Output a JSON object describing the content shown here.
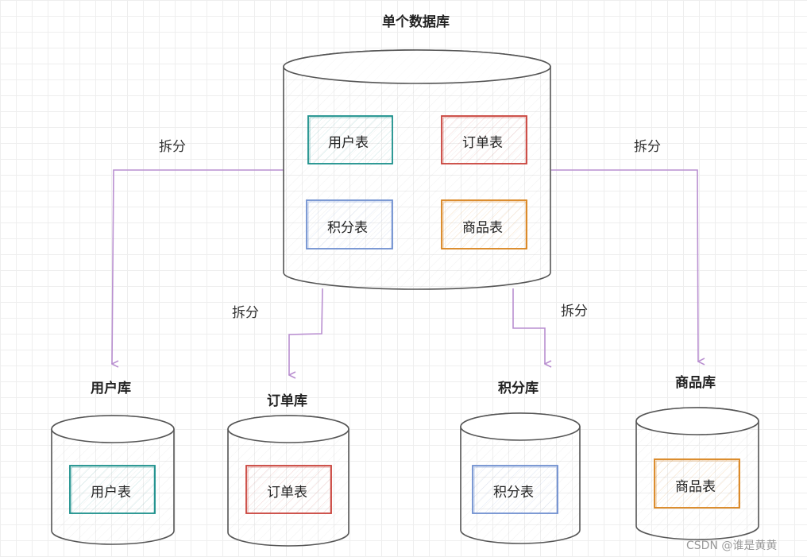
{
  "main_db": {
    "title": "单个数据库",
    "tables": [
      "用户表",
      "订单表",
      "积分表",
      "商品表"
    ]
  },
  "split_labels": [
    "拆分",
    "拆分",
    "拆分",
    "拆分"
  ],
  "split_dbs": [
    {
      "title": "用户库",
      "table": "用户表"
    },
    {
      "title": "订单库",
      "table": "订单表"
    },
    {
      "title": "积分库",
      "table": "积分表"
    },
    {
      "title": "商品库",
      "table": "商品表"
    }
  ],
  "colors": {
    "teal": "#1a8f8a",
    "red": "#c9423a",
    "blue": "#6f8fd0",
    "orange": "#d9821a",
    "arrow": "#b98fd0",
    "outline": "#555555"
  },
  "watermark": "CSDN @谁是黄黄"
}
